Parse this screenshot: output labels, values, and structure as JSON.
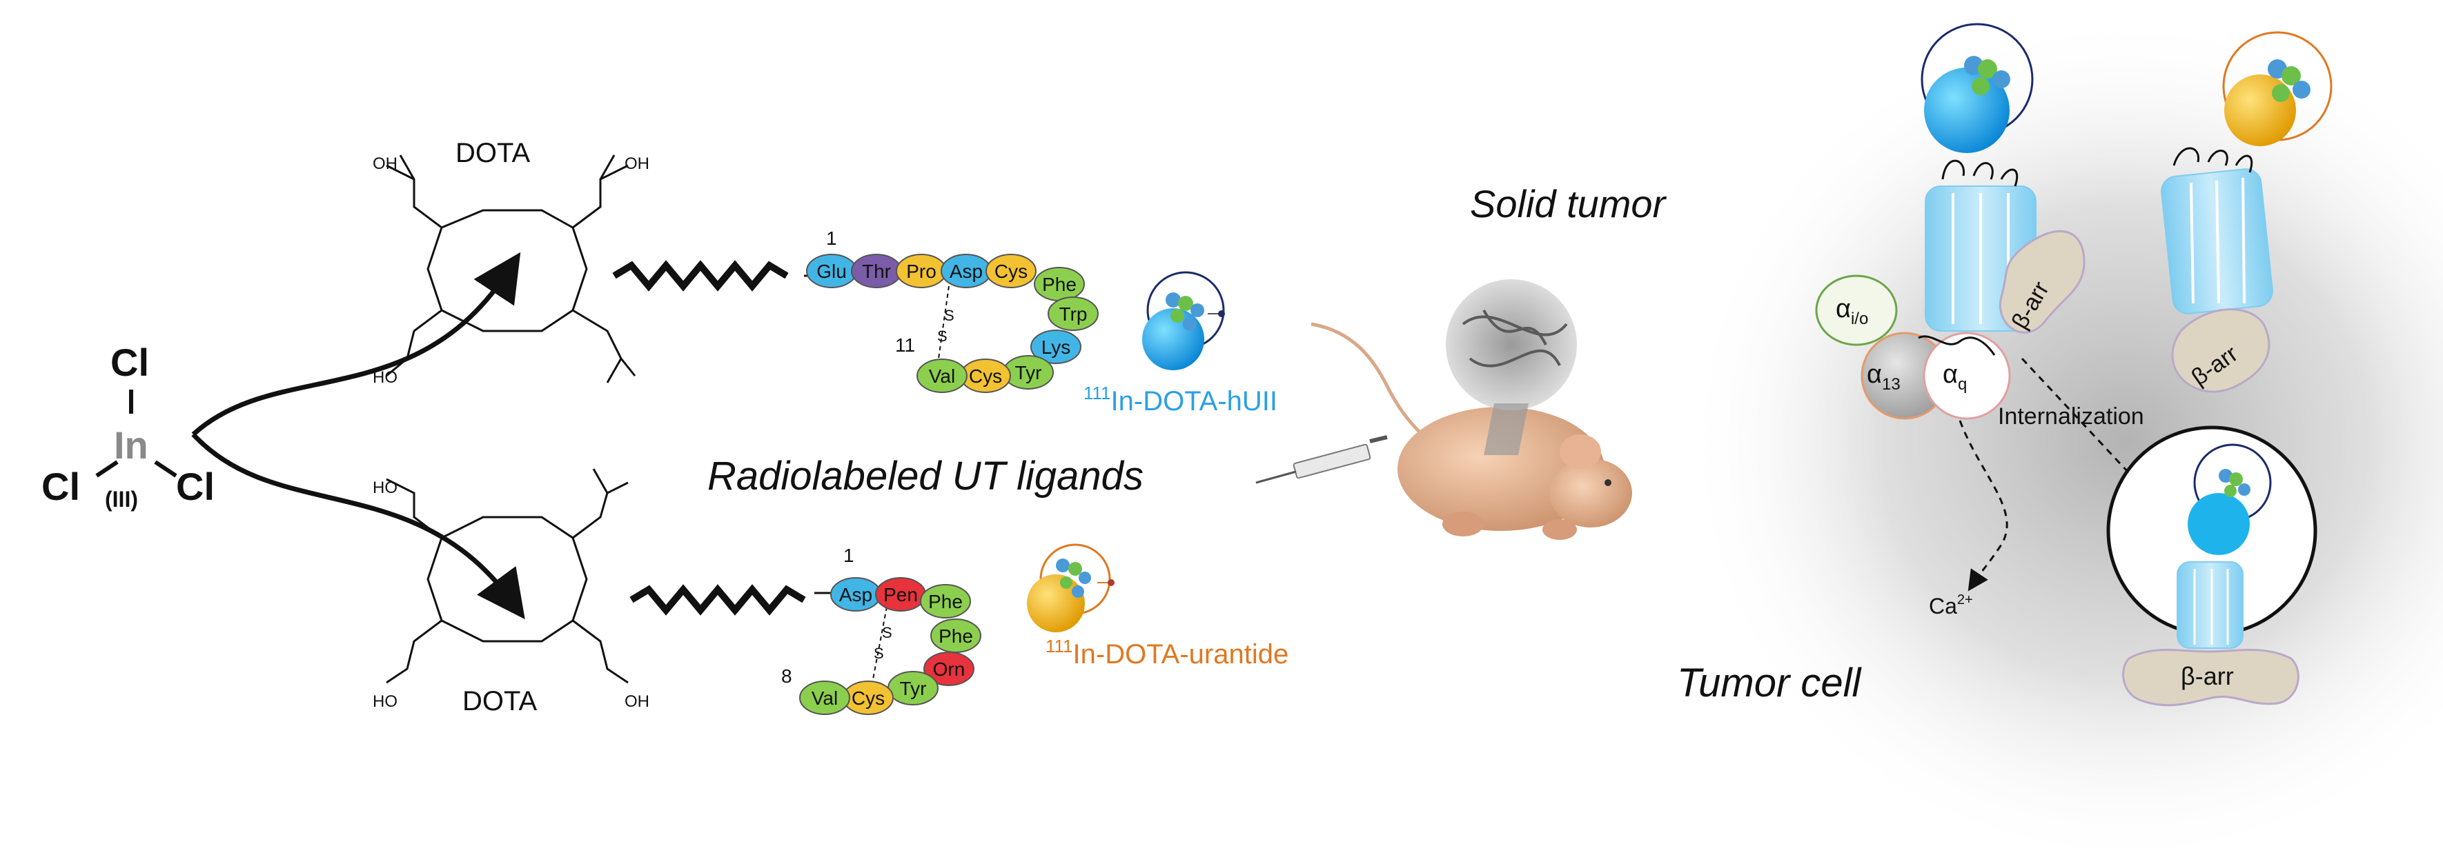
{
  "indium": {
    "symbol": "In",
    "chloride": "Cl",
    "oxidation_state": "(III)"
  },
  "dota": {
    "label_top": "DOTA",
    "label_bottom": "DOTA",
    "group_oh": "OH",
    "group_ho": "HO"
  },
  "hUII": {
    "start_index": "1",
    "end_index": "11",
    "residues": [
      "Glu",
      "Thr",
      "Pro",
      "Asp",
      "Cys",
      "Phe",
      "Trp",
      "Lys",
      "Tyr",
      "Cys",
      "Val"
    ],
    "bridge": "S",
    "label_mass": "111",
    "label_text": "In-DOTA-hUII"
  },
  "urantide": {
    "start_index": "1",
    "end_index": "8",
    "residues": [
      "Asp",
      "Pen",
      "Phe",
      "Phe",
      "Orn",
      "Tyr",
      "Cys",
      "Val"
    ],
    "bridge": "S",
    "label_mass": "111",
    "label_text": "In-DOTA-urantide"
  },
  "captions": {
    "radiolabeled": "Radiolabeled UT ligands",
    "solid_tumor": "Solid tumor",
    "tumor_cell": "Tumor cell"
  },
  "cell": {
    "alpha_io_base": "α",
    "alpha_io_sub": "i/o",
    "alpha_13_base": "α",
    "alpha_13_sub": "13",
    "alpha_q_base": "α",
    "alpha_q_sub": "q",
    "beta_arr": "β-arr",
    "internalization": "Internalization",
    "calcium": "Ca",
    "calcium_charge": "2+"
  },
  "colors": {
    "hUII_label": "#2aa0e6",
    "urantide_label": "#e07820",
    "receptor": "#a6dcf5",
    "beta_arr_fill": "#ddd5c2",
    "glu": "#41b6e6",
    "thr": "#7b5ca8",
    "pro": "#f3c232",
    "asp": "#41b6e6",
    "cys": "#f3c232",
    "phe": "#8ccf4e",
    "trp": "#8ccf4e",
    "lys": "#41b6e6",
    "tyr": "#8ccf4e",
    "val": "#8ccf4e",
    "pen": "#e8323c",
    "orn": "#e8323c"
  }
}
